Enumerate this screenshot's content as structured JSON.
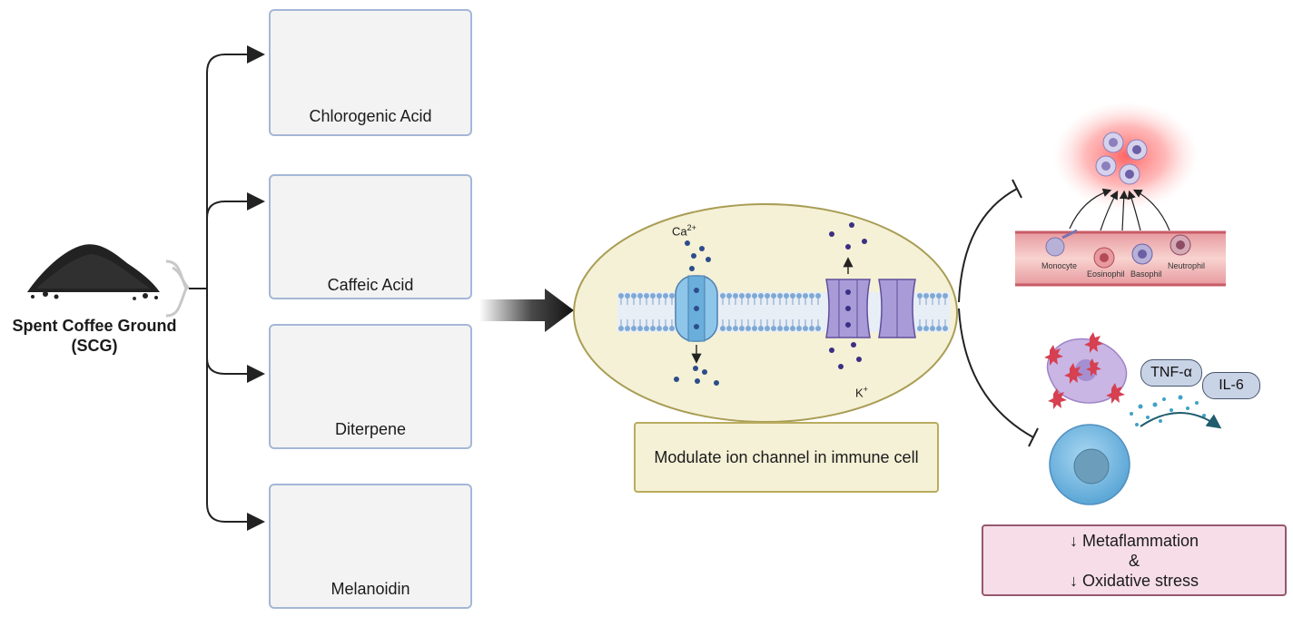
{
  "source": {
    "name_line1": "Spent Coffee Ground",
    "name_line2": "(SCG)"
  },
  "compounds": [
    {
      "name": "Chlorogenic Acid"
    },
    {
      "name": "Caffeic Acid"
    },
    {
      "name": "Diterpene"
    },
    {
      "name": "Melanoidin"
    }
  ],
  "ion_channels": {
    "calcium_label": "Ca",
    "calcium_charge": "2+",
    "potassium_label": "K",
    "potassium_charge": "+"
  },
  "mechanism": {
    "label": "Modulate ion channel in immune cell"
  },
  "immune_cells": {
    "monocyte": "Monocyte",
    "eosinophil": "Eosinophil",
    "basophil": "Basophil",
    "neutrophil": "Neutrophil"
  },
  "cytokines": {
    "tnf": "TNF-α",
    "il6": "IL-6"
  },
  "outcomes": {
    "line1": "↓ Metaflammation",
    "line2": "&",
    "line3": "↓ Oxidative stress"
  },
  "colors": {
    "box_border": "#a5b7d6",
    "cell_fill": "#f5f1d6",
    "channel_blue": "#8ec6ea",
    "channel_purple": "#a89bd8",
    "outcome_fill": "#f6dde8"
  }
}
